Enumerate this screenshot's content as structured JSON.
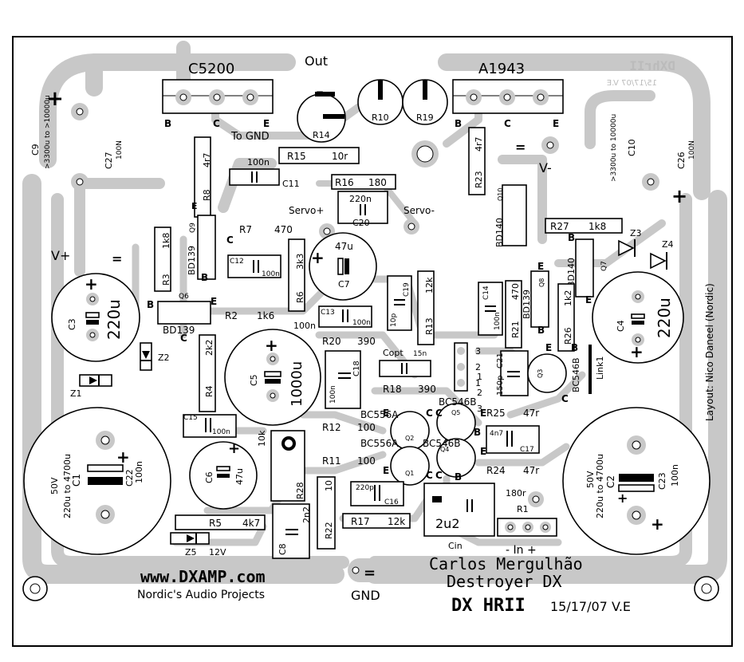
{
  "board": {
    "corner_marker_text": "DXhrII",
    "corner_marker_date": "15/17/07 V.E",
    "layout_credit": "Layout: Nico Daneel (Nordic)",
    "website": "www.DXAMP.com",
    "subtitle": "Nordic's Audio Projects",
    "author": "Carlos Mergulhão",
    "project": "Destroyer DX",
    "model": "DX HRII",
    "date": "15/17/07 V.E",
    "gnd_label": "GND",
    "input_label": "- In +",
    "out_label": "Out",
    "to_gnd_label": "To GND",
    "servo_plus": "Servo+",
    "servo_minus": "Servo-",
    "vplus": "V+",
    "vminus": "V-",
    "plus_sign": "+",
    "equals_sign": "="
  },
  "transistors": {
    "c5200": {
      "name": "C5200",
      "b": "B",
      "c": "C",
      "e": "E"
    },
    "a1943": {
      "name": "A1943",
      "b": "B",
      "c": "C",
      "e": "E"
    },
    "q9": {
      "ref": "Q9",
      "type": "BD139"
    },
    "q6": {
      "ref": "Q6",
      "type": "BD139"
    },
    "q10": {
      "ref": "Q10",
      "type": "BD140"
    },
    "q7": {
      "ref": "Q7",
      "type": "BD140"
    },
    "q8": {
      "ref": "Q8",
      "type": "BD139"
    },
    "q3": {
      "ref": "Q3",
      "type": "BC546B"
    },
    "q5": {
      "ref": "Q5",
      "type": "BC546B"
    },
    "q4": {
      "ref": "Q4",
      "type": "BC546B"
    },
    "q2": {
      "ref": "Q2",
      "type": "BC556A"
    },
    "q1": {
      "ref": "Q1",
      "type": "BC556A"
    }
  },
  "capacitors": {
    "c9": {
      "ref": "C9",
      "value": ">3300u to >10000u"
    },
    "c27": {
      "ref": "C27",
      "value": "100N"
    },
    "c10": {
      "ref": "C10",
      "value": ">3300u to 10000u"
    },
    "c26": {
      "ref": "C26",
      "value": "100N"
    },
    "c3": {
      "ref": "C3",
      "value": "220u"
    },
    "c4": {
      "ref": "C4",
      "value": "220u"
    },
    "c5": {
      "ref": "C5",
      "value": "1000u"
    },
    "c7": {
      "ref": "C7",
      "value": "47u"
    },
    "c6": {
      "ref": "C6",
      "value": "47u"
    },
    "c1": {
      "ref": "C1",
      "value": "220u to 4700u",
      "voltage": "50V"
    },
    "c22": {
      "ref": "C22",
      "value": "100n"
    },
    "c2": {
      "ref": "C2",
      "value": "220u to 4700u",
      "voltage": "50V"
    },
    "c23": {
      "ref": "C23",
      "value": "100n"
    },
    "c11": {
      "ref": "C11",
      "value": "100n"
    },
    "c20": {
      "ref": "C20",
      "value": "220n"
    },
    "c12": {
      "ref": "C12",
      "value": "100n"
    },
    "c13": {
      "ref": "C13",
      "value": "100n"
    },
    "c19": {
      "ref": "C19",
      "value": "10p"
    },
    "c14": {
      "ref": "C14",
      "value": "100n"
    },
    "c18": {
      "ref": "C18",
      "value": "100n"
    },
    "c15": {
      "ref": "C15",
      "value": "100n"
    },
    "c21": {
      "ref": "C21",
      "value": "150p"
    },
    "copt": {
      "ref": "Copt",
      "value": "15n"
    },
    "c17": {
      "ref": "C17",
      "value": "4n7"
    },
    "c16": {
      "ref": "C16",
      "value": "220p"
    },
    "c8": {
      "ref": "C8",
      "value": "2n2"
    },
    "cin": {
      "ref": "Cin",
      "value": "2u2"
    }
  },
  "resistors": {
    "r14": {
      "ref": "R14"
    },
    "r10": {
      "ref": "R10"
    },
    "r19": {
      "ref": "R19"
    },
    "r15": {
      "ref": "R15",
      "value": "10r"
    },
    "r16": {
      "ref": "R16",
      "value": "180"
    },
    "r23": {
      "ref": "R23",
      "value": "4r7"
    },
    "r8": {
      "ref": "R8",
      "value": "4r7"
    },
    "r7": {
      "ref": "R7",
      "value": "470"
    },
    "r3": {
      "ref": "R3",
      "value": "1k8"
    },
    "r27": {
      "ref": "R27",
      "value": "1k8"
    },
    "r6": {
      "ref": "R6",
      "value": "3k3"
    },
    "r13": {
      "ref": "R13",
      "value": "12k"
    },
    "r21": {
      "ref": "R21",
      "value": "470"
    },
    "r26": {
      "ref": "R26",
      "value": "1k2"
    },
    "r2": {
      "ref": "R2",
      "value": "1k6"
    },
    "r20": {
      "ref": "R20",
      "value": "390"
    },
    "r18": {
      "ref": "R18",
      "value": "390"
    },
    "r4": {
      "ref": "R4",
      "value": "2k2"
    },
    "r12": {
      "ref": "R12",
      "value": "100"
    },
    "r11": {
      "ref": "R11",
      "value": "100"
    },
    "r25": {
      "ref": "R25",
      "value": "47r"
    },
    "r24": {
      "ref": "R24",
      "value": "47r"
    },
    "r28": {
      "ref": "R28",
      "value": "10k"
    },
    "r22": {
      "ref": "R22",
      "value": "10"
    },
    "r17": {
      "ref": "R17",
      "value": "12k"
    },
    "r5": {
      "ref": "R5",
      "value": "4k7"
    },
    "r1": {
      "ref": "R1",
      "value": "180r"
    }
  },
  "diodes": {
    "z1": {
      "ref": "Z1"
    },
    "z2": {
      "ref": "Z2"
    },
    "z3": {
      "ref": "Z3"
    },
    "z4": {
      "ref": "Z4"
    },
    "z5": {
      "ref": "Z5",
      "value": "12V"
    }
  },
  "misc": {
    "link1": "Link1",
    "jumper_nums": [
      "3",
      "2",
      "1",
      "1",
      "2",
      "3"
    ]
  }
}
